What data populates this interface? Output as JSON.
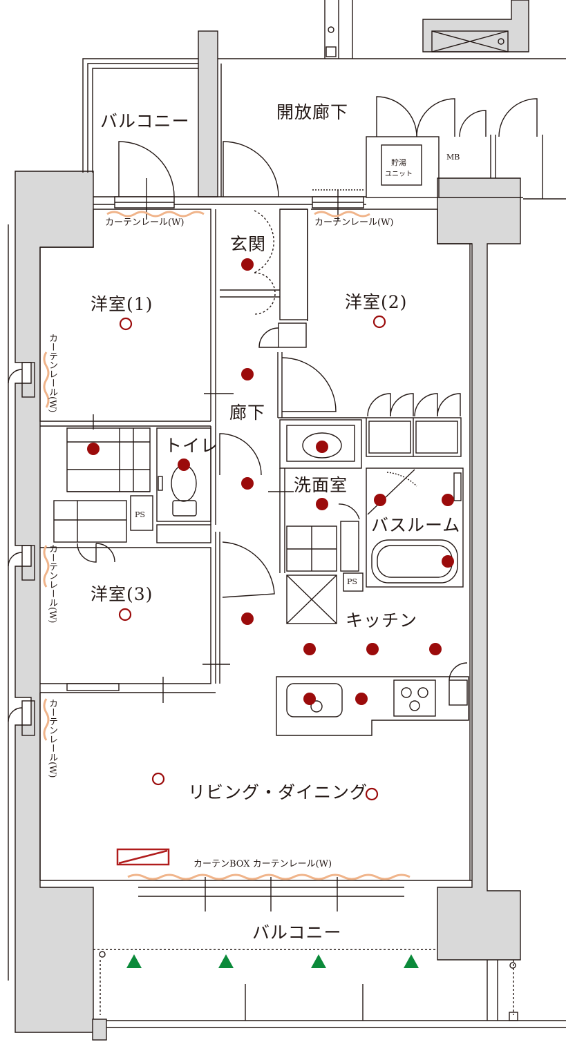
{
  "rooms": {
    "open_corridor": "開放廊下",
    "balcony_top": "バルコニー",
    "entrance": "玄関",
    "western_room_1": "洋室(1)",
    "western_room_2": "洋室(2)",
    "western_room_3": "洋室(3)",
    "hallway": "廊下",
    "toilet": "トイレ",
    "washroom": "洗面室",
    "bathroom": "バスルーム",
    "kitchen": "キッチン",
    "living_dining": "リビング・ダイニング",
    "balcony_bottom": "バルコニー"
  },
  "labels": {
    "water_heater_line1": "貯湯",
    "water_heater_line2": "ユニット",
    "mb": "MB",
    "ps_1": "PS",
    "ps_2": "PS",
    "curtain_rail_room1_top": "カーテンレール(W)",
    "curtain_rail_room2_top": "カーテンレール(W)",
    "curtain_rail_room1_side": "カーテンレール(W)",
    "curtain_rail_room3_side": "カーテンレール(W)",
    "curtain_rail_living_side": "カーテンレール(W)",
    "curtain_box_living": "カーテンBOX カーテンレール(W)"
  },
  "colors": {
    "wall_fill": "#d9d9d9",
    "line": "#231815",
    "light_filled": "#9b0b0b",
    "light_outline": "#9b0b0b",
    "balcony_marker": "#0b8a3a",
    "curtain_wave": "#f0b48a",
    "aircon_box": "#b01c1c"
  }
}
